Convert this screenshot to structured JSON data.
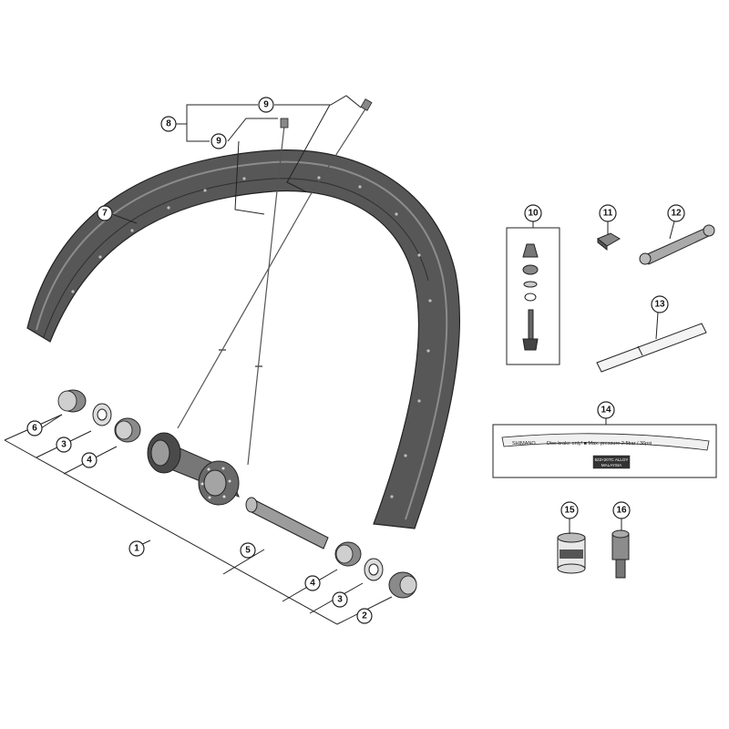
{
  "diagram": {
    "callouts": [
      "1",
      "2",
      "3",
      "3",
      "4",
      "4",
      "5",
      "6",
      "7",
      "8",
      "9",
      "9",
      "10",
      "11",
      "12",
      "13",
      "14",
      "15",
      "16"
    ],
    "sticker": {
      "brand": "SHIMANO",
      "line": "Disc brake only! ■ Max. pressure 2.5bar / 36psi",
      "spec": "622×20TC ALLOY",
      "origin": "MALAYSIA"
    }
  }
}
